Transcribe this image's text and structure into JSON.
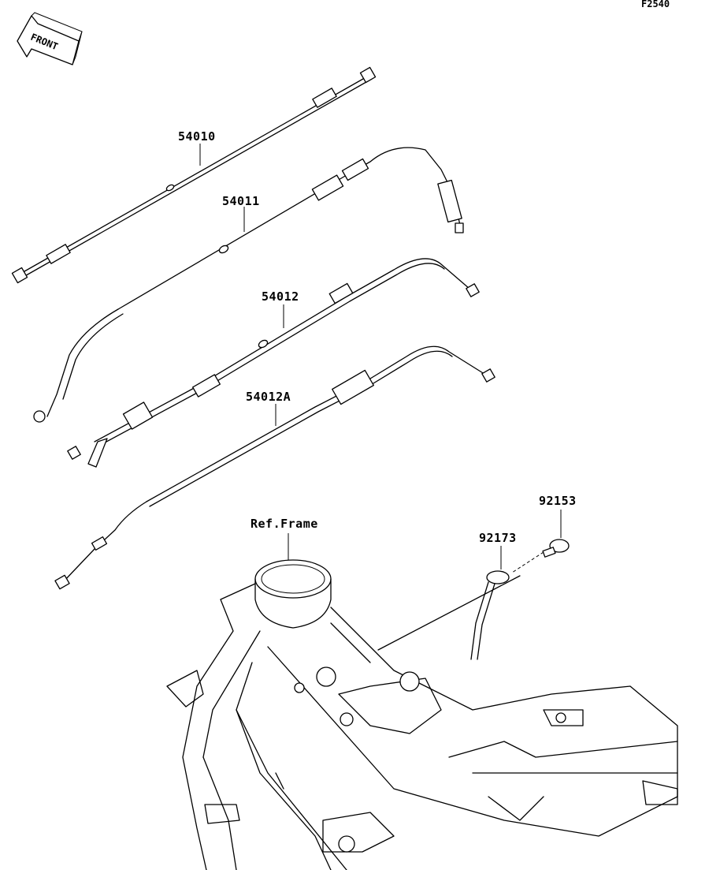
{
  "diagram_code": "F2540",
  "front_label": "FRONT",
  "parts": {
    "p54010": "54010",
    "p54011": "54011",
    "p54012": "54012",
    "p54012A": "54012A",
    "p92153": "92153",
    "p92173": "92173"
  },
  "reference": "Ref.Frame"
}
